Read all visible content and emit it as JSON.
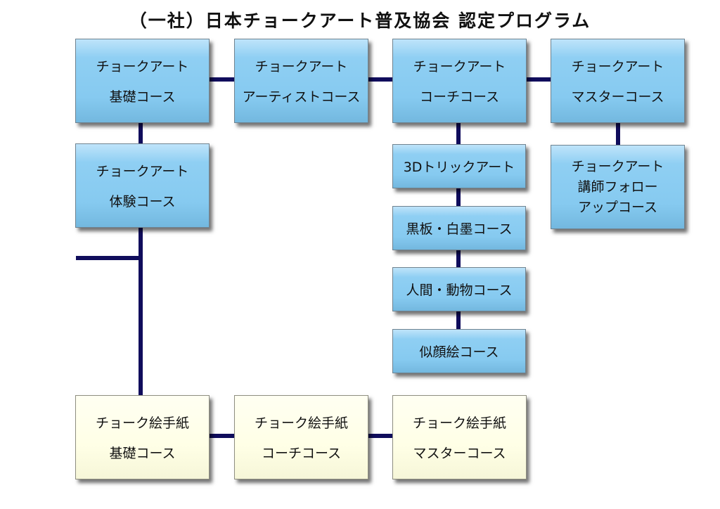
{
  "title": "（一社）日本チョークアート普及協会 認定プログラム",
  "colors": {
    "connector": "#100d5c",
    "chalk_art_box": "#86caf0",
    "letter_box": "#ffffe6"
  },
  "nodes": {
    "basic": {
      "line1": "チョークアート",
      "line2": "基礎コース"
    },
    "artist": {
      "line1": "チョークアート",
      "line2": "アーティストコース"
    },
    "coach": {
      "line1": "チョークアート",
      "line2": "コーチコース"
    },
    "master": {
      "line1": "チョークアート",
      "line2": "マスターコース"
    },
    "trial": {
      "line1": "チョークアート",
      "line2": "体験コース"
    },
    "instructor_follow_up": {
      "line1": "チョークアート",
      "line2": "講師フォロー",
      "line3": "アップコース"
    },
    "trick_art": {
      "label": "3Dトリックアート"
    },
    "blackboard": {
      "label": "黒板・白墨コース"
    },
    "people_animals": {
      "label": "人間・動物コース"
    },
    "portrait": {
      "label": "似顔絵コース"
    },
    "letter_basic": {
      "line1": "チョーク絵手紙",
      "line2": "基礎コース"
    },
    "letter_coach": {
      "line1": "チョーク絵手紙",
      "line2": "コーチコース"
    },
    "letter_master": {
      "line1": "チョーク絵手紙",
      "line2": "マスターコース"
    }
  }
}
